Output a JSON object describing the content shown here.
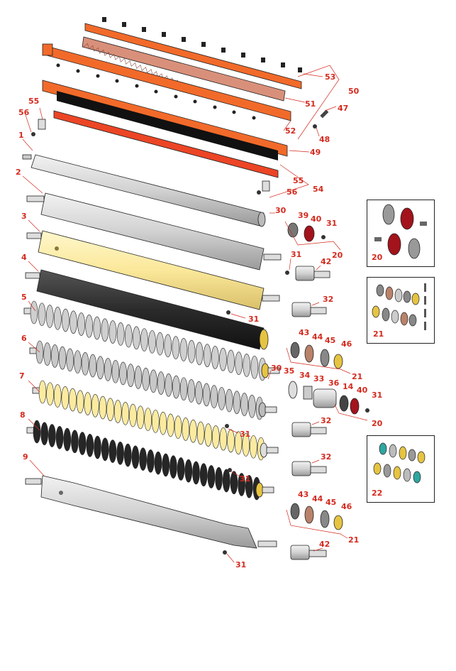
{
  "colors": {
    "callout": "#d42a1e",
    "orange_bar": "#f26a2a",
    "red_bar": "#ec4525",
    "comb": "#d9907a",
    "roller_gray": "#d4d4d4",
    "roller_yellow": "#fbeba0",
    "roller_black": "#2b2b2b",
    "bearing_red": "#a3131c",
    "brass": "#e6c441",
    "copper": "#b9826a",
    "teal": "#2fa6a0"
  },
  "callouts": [
    {
      "id": "c53",
      "label": "53"
    },
    {
      "id": "c50",
      "label": "50"
    },
    {
      "id": "c51",
      "label": "51"
    },
    {
      "id": "c47",
      "label": "47"
    },
    {
      "id": "c52",
      "label": "52"
    },
    {
      "id": "c48",
      "label": "48"
    },
    {
      "id": "c49",
      "label": "49"
    },
    {
      "id": "c55a",
      "label": "55"
    },
    {
      "id": "c56a",
      "label": "56"
    },
    {
      "id": "c1",
      "label": "1"
    },
    {
      "id": "c2",
      "label": "2"
    },
    {
      "id": "c55b",
      "label": "55"
    },
    {
      "id": "c56b",
      "label": "56"
    },
    {
      "id": "c54",
      "label": "54"
    },
    {
      "id": "c30a",
      "label": "30"
    },
    {
      "id": "c39",
      "label": "39"
    },
    {
      "id": "c40a",
      "label": "40"
    },
    {
      "id": "c31a",
      "label": "31"
    },
    {
      "id": "c3",
      "label": "3"
    },
    {
      "id": "c20a",
      "label": "20"
    },
    {
      "id": "c31b",
      "label": "31"
    },
    {
      "id": "c42a",
      "label": "42"
    },
    {
      "id": "c4",
      "label": "4"
    },
    {
      "id": "c32a",
      "label": "32"
    },
    {
      "id": "c31c",
      "label": "31"
    },
    {
      "id": "c5",
      "label": "5"
    },
    {
      "id": "c43a",
      "label": "43"
    },
    {
      "id": "c44a",
      "label": "44"
    },
    {
      "id": "c45a",
      "label": "45"
    },
    {
      "id": "c46a",
      "label": "46"
    },
    {
      "id": "c6",
      "label": "6"
    },
    {
      "id": "c21a",
      "label": "21"
    },
    {
      "id": "c30b",
      "label": "30"
    },
    {
      "id": "c35",
      "label": "35"
    },
    {
      "id": "c34",
      "label": "34"
    },
    {
      "id": "c33",
      "label": "33"
    },
    {
      "id": "c36",
      "label": "36"
    },
    {
      "id": "c14",
      "label": "14"
    },
    {
      "id": "c40b",
      "label": "40"
    },
    {
      "id": "c31d",
      "label": "31"
    },
    {
      "id": "c7",
      "label": "7"
    },
    {
      "id": "c32b",
      "label": "32"
    },
    {
      "id": "c20b",
      "label": "20"
    },
    {
      "id": "c31e",
      "label": "31"
    },
    {
      "id": "c8",
      "label": "8"
    },
    {
      "id": "c32c",
      "label": "32"
    },
    {
      "id": "c31f",
      "label": "31"
    },
    {
      "id": "c9",
      "label": "9"
    },
    {
      "id": "c43b",
      "label": "43"
    },
    {
      "id": "c44b",
      "label": "44"
    },
    {
      "id": "c45b",
      "label": "45"
    },
    {
      "id": "c46b",
      "label": "46"
    },
    {
      "id": "c21b",
      "label": "21"
    },
    {
      "id": "c42b",
      "label": "42"
    },
    {
      "id": "c31g",
      "label": "31"
    }
  ],
  "insets": [
    {
      "id": "kit20",
      "label": "20"
    },
    {
      "id": "kit21",
      "label": "21"
    },
    {
      "id": "kit22",
      "label": "22"
    }
  ]
}
